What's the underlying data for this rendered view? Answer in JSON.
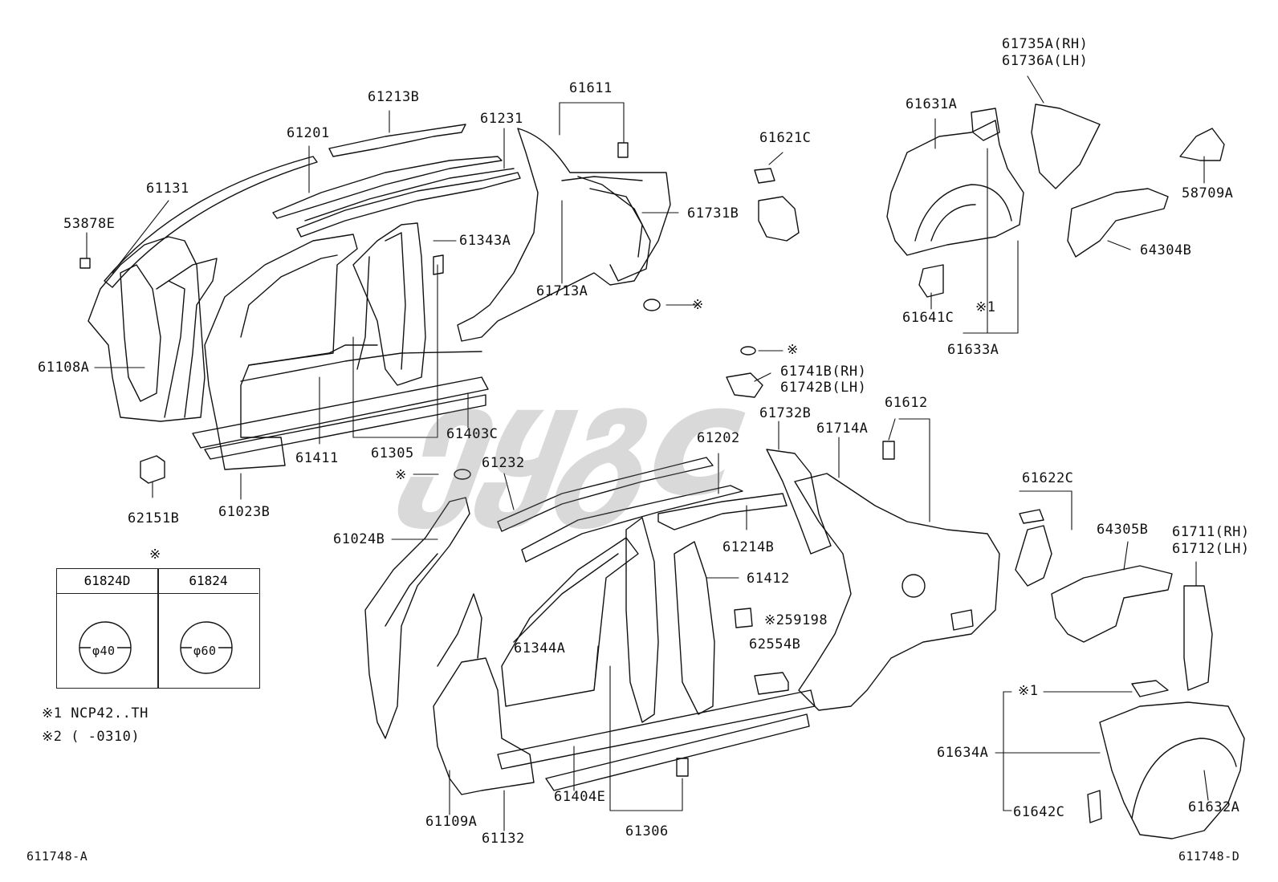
{
  "watermark": "ეყგc",
  "labels": {
    "l61213B": "61213B",
    "l61201": "61201",
    "l61231": "61231",
    "l61611": "61611",
    "l61131": "61131",
    "l53878E": "53878E",
    "l61343A": "61343A",
    "l61731B": "61731B",
    "l61713A": "61713A",
    "l61108A": "61108A",
    "l61411": "61411",
    "l61305": "61305",
    "l61403C": "61403C",
    "l62151B": "62151B",
    "l61023B": "61023B",
    "l61621C": "61621C",
    "mark_top": "※",
    "l61735A": "61735A(RH)",
    "l61736A": "61736A(LH)",
    "l61631A": "61631A",
    "l58709A": "58709A",
    "l64304B": "64304B",
    "l61641C": "61641C",
    "mark1_a": "※1",
    "l61633A": "61633A",
    "mark_mid": "※",
    "l61741B": "61741B(RH)",
    "l61742B": "61742B(LH)",
    "l61612": "61612",
    "l61732B": "61732B",
    "l61714A": "61714A",
    "l61202": "61202",
    "mark_left": "※",
    "l61232": "61232",
    "l61024B": "61024B",
    "l61214B": "61214B",
    "l61412": "61412",
    "l259198": "※259198",
    "l62554B": "62554B",
    "l61344A": "61344A",
    "l61622C": "61622C",
    "l64305B": "64305B",
    "l61711": "61711(RH)",
    "l61712": "61712(LH)",
    "mark1_b": "※1",
    "l61634A": "61634A",
    "l61642C": "61642C",
    "l61632A": "61632A",
    "l61404E": "61404E",
    "l61109A": "61109A",
    "l61132": "61132",
    "l61306": "61306"
  },
  "legend": {
    "mark": "※",
    "col1": "61824D",
    "col2": "61824",
    "dia1": "φ40",
    "dia2": "φ60"
  },
  "notes": {
    "note1": "※1  NCP42..TH",
    "note2": "※2  (    -0310)"
  },
  "footer": {
    "left_code": "611748-A",
    "right_code": "611748-D"
  }
}
